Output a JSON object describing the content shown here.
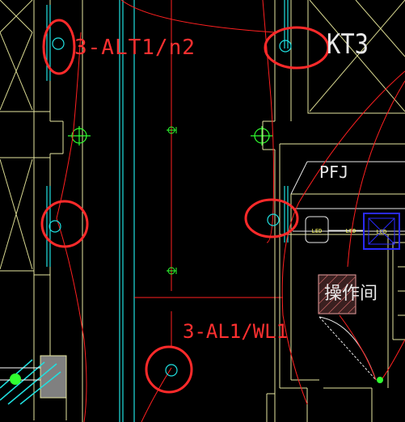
{
  "labels": {
    "circuit_top": "3-ALT1/n2",
    "kt_label": "KT3",
    "pfj_label": "PFJ",
    "circuit_bottom": "3-AL1/WL1",
    "room_label": "操作间",
    "led_labels": [
      "LED",
      "LED",
      "LED"
    ]
  },
  "colors": {
    "background": "#000000",
    "wall": "#e6e6a0",
    "column_hatch": "#dcdc8c",
    "cyan": "#20e0e0",
    "red_wire": "#ff2020",
    "markup_circle": "#ff2a2a",
    "green": "#30ff30",
    "white": "#e8e8e8",
    "blue_box": "#2a2aff",
    "gray_box": "#808080",
    "text_red": "#ff3030"
  }
}
